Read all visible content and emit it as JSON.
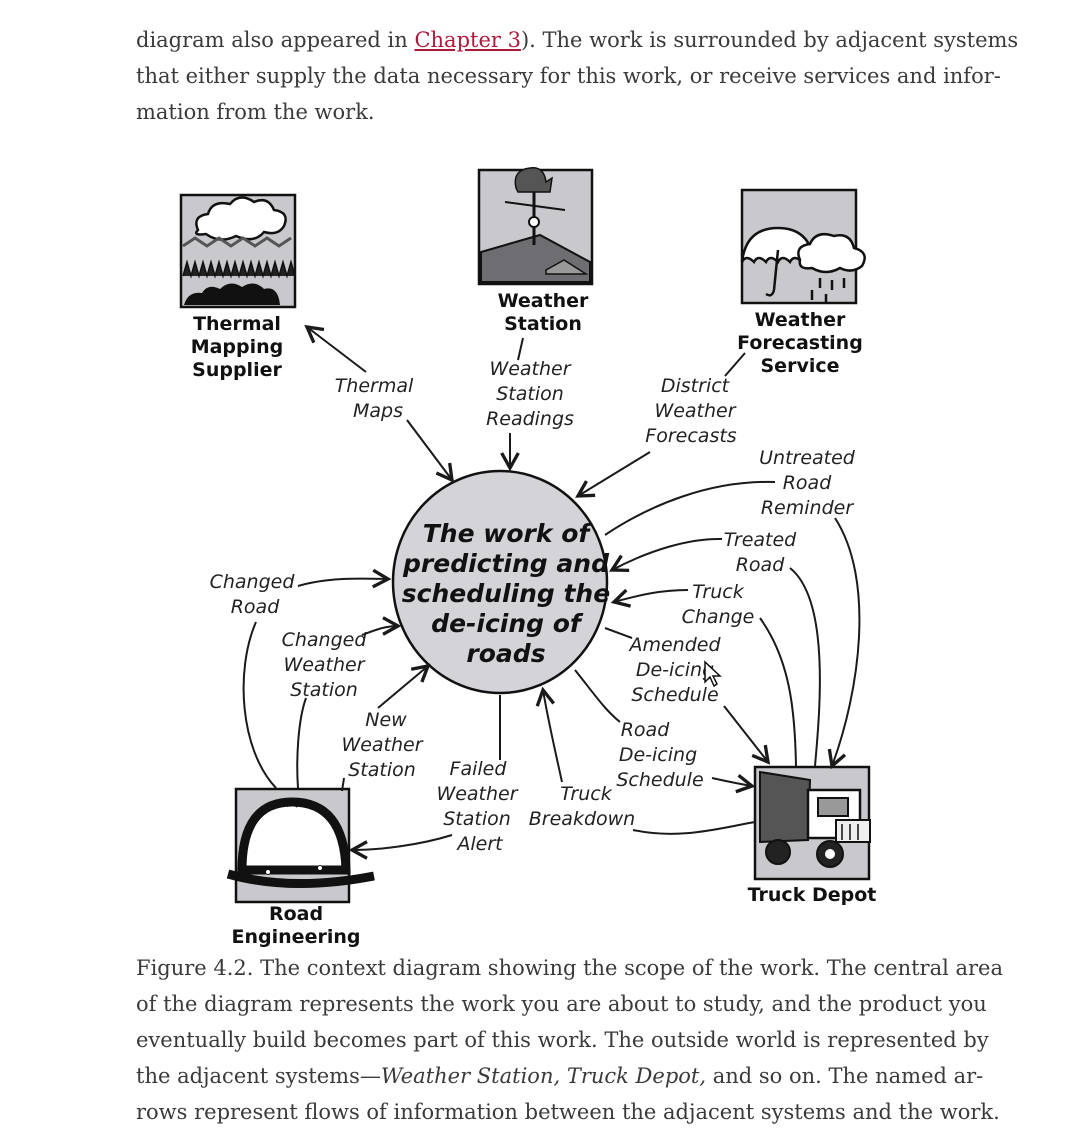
{
  "intro": {
    "line1_prefix": "diagram also appeared in ",
    "chapter_link": "Chapter 3",
    "line1_suffix": "). The work is surrounded by adjacent systems",
    "line2": "that either supply the data necessary for this work, or receive services and infor-",
    "line3": "mation from the work."
  },
  "diagram": {
    "center": [
      "The work of",
      "predicting  and",
      "scheduling the",
      "de-icing of",
      "roads"
    ],
    "systems": {
      "thermal_mapping_supplier": [
        "Thermal",
        "Mapping",
        "Supplier"
      ],
      "weather_station": [
        "Weather",
        "Station"
      ],
      "weather_forecasting_service": [
        "Weather",
        "Forecasting",
        "Service"
      ],
      "road_engineering": [
        "Road",
        "Engineering"
      ],
      "truck_depot": [
        "Truck Depot"
      ]
    },
    "flows": {
      "thermal_maps": [
        "Thermal",
        "Maps"
      ],
      "weather_station_readings": [
        "Weather",
        "Station",
        "Readings"
      ],
      "district_weather_forecasts": [
        "District",
        "Weather",
        "Forecasts"
      ],
      "untreated_road_reminder": [
        "Untreated",
        "Road",
        "Reminder"
      ],
      "treated_road": [
        "Treated",
        "Road"
      ],
      "truck_change": [
        "Truck",
        "Change"
      ],
      "amended_de_icing_schedule": [
        "Amended",
        "De-icing",
        "Schedule"
      ],
      "road_de_icing_schedule": [
        "Road",
        "De-icing",
        "Schedule"
      ],
      "truck_breakdown": [
        "Truck",
        "Breakdown"
      ],
      "failed_weather_station_alert": [
        "Failed",
        "Weather",
        "Station",
        "Alert"
      ],
      "new_weather_station": [
        "New",
        "Weather",
        "Station"
      ],
      "changed_weather_station": [
        "Changed",
        "Weather",
        "Station"
      ],
      "changed_road": [
        "Changed",
        "Road"
      ]
    }
  },
  "caption": {
    "line1": "Figure 4.2. The context diagram showing the scope of the work. The central area",
    "line2": "of the diagram represents the work you are about to study, and the product you",
    "line3": "eventually build becomes part of this work. The outside world is represented by",
    "line4_prefix": "the adjacent systems—",
    "line4_italic": "Weather Station, Truck Depot,",
    "line4_suffix": " and so on. The named ar-",
    "line5": "rows represent flows of information between the adjacent systems and the work."
  },
  "colors": {
    "link": "#b0183a",
    "text": "#3a3a3a",
    "box_fill": "#c9c8cc",
    "circle_fill": "#d4d3d8"
  }
}
